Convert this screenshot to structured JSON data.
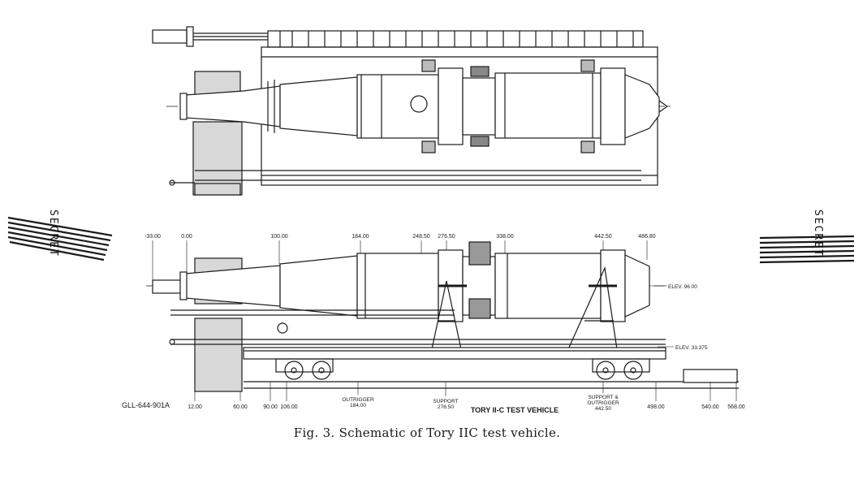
{
  "caption": "Fig. 3.  Schematic of Tory IIC test vehicle.",
  "drawing_number": "GLL-644-901A",
  "vehicle_title": "TORY II-C TEST VEHICLE",
  "classification": "SECRET",
  "stamp_left": "SECRET",
  "stamp_right": "SECRET",
  "station_labels_top": [
    "-33.00",
    "0.00",
    "100.00",
    "184.00",
    "248.50",
    "276.50",
    "338.00",
    "442.50",
    "486.80"
  ],
  "station_labels_bottom": [
    "12.00",
    "60.00",
    "90.00",
    "106.00",
    "498.00",
    "540.00",
    "568.00"
  ],
  "elevation_labels": [
    "ELEV. 96.00",
    "ELEV. 33.375"
  ],
  "callouts": {
    "outrigger_184": [
      "OUTRIGGER",
      "184.00"
    ],
    "support_276": [
      "SUPPORT",
      "276.50"
    ],
    "support_outrigger_442": [
      "SUPPORT &",
      "OUTRIGGER",
      "442.50"
    ]
  },
  "colors": {
    "ink": "#1a1a1a",
    "paper": "#ffffff"
  }
}
